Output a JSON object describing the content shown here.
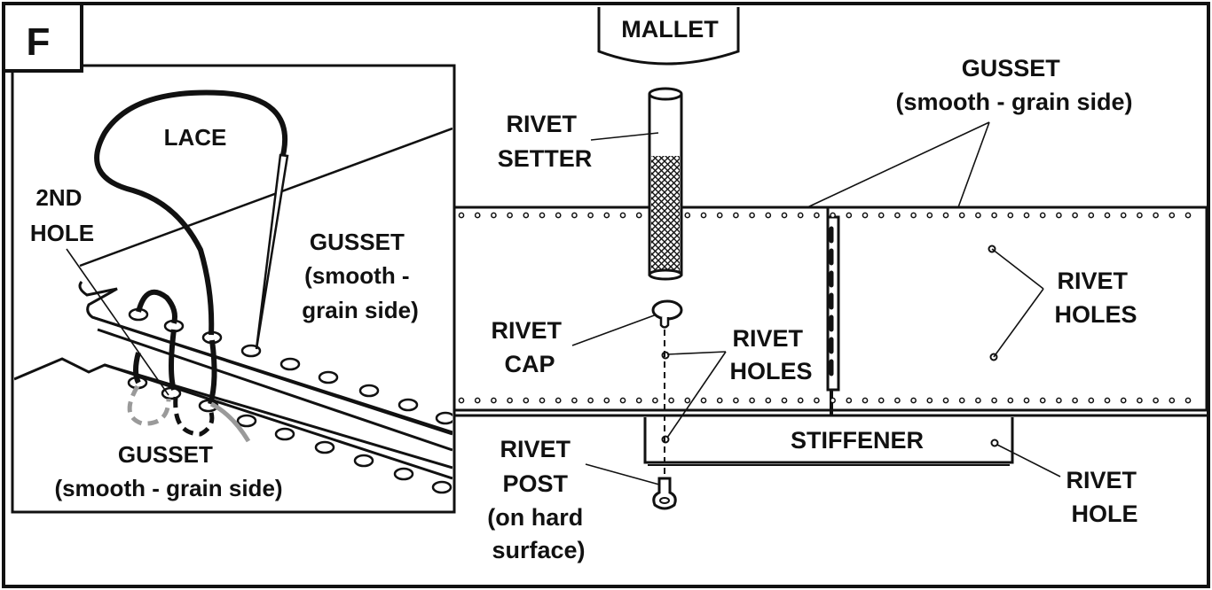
{
  "figure_letter": "F",
  "labels": {
    "mallet": "MALLET",
    "gusset_right": [
      "GUSSET",
      "(smooth - grain side)"
    ],
    "rivet_setter": [
      "RIVET",
      "SETTER"
    ],
    "rivet_holes_right": [
      "RIVET",
      "HOLES"
    ],
    "rivet_cap": [
      "RIVET",
      "CAP"
    ],
    "rivet_holes_center": [
      "RIVET",
      "HOLES"
    ],
    "stiffener": "STIFFENER",
    "rivet_post": [
      "RIVET",
      "POST",
      "(on hard",
      "surface)"
    ],
    "rivet_hole": [
      "RIVET",
      "HOLE"
    ],
    "lace": "LACE",
    "second_hole": [
      "2ND",
      "HOLE"
    ],
    "gusset_inset_right": [
      "GUSSET",
      "(smooth -",
      "grain side)"
    ],
    "gusset_inset_bottom": [
      "GUSSET",
      "(smooth - grain side)"
    ]
  },
  "colors": {
    "ink": "#111111",
    "grey": "#9a9a9a",
    "paper": "#ffffff"
  }
}
